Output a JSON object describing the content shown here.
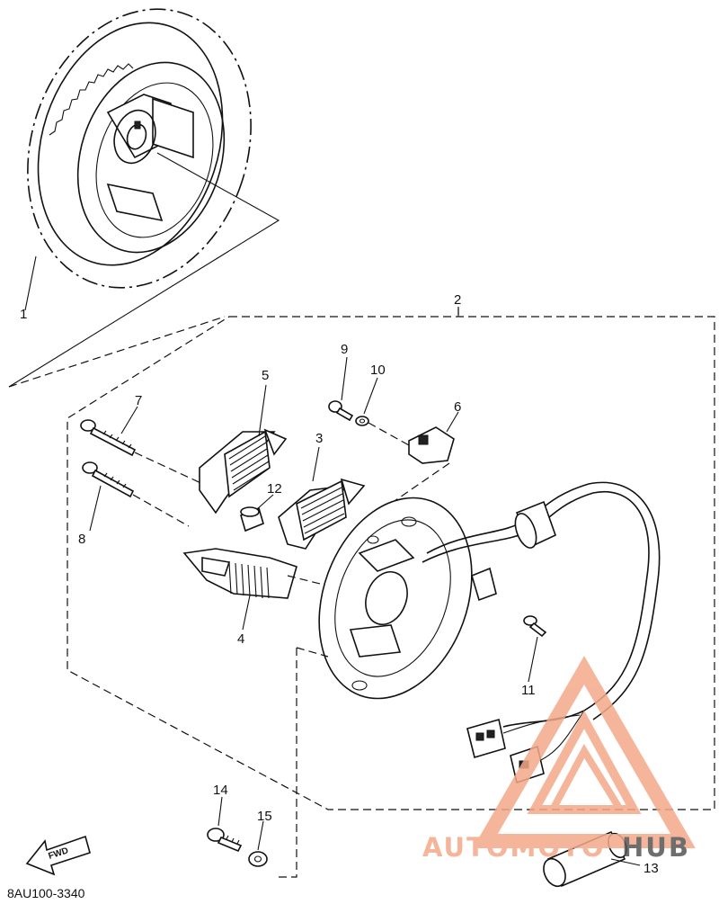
{
  "parts": {
    "p1": "1",
    "p2": "2",
    "p3": "3",
    "p4": "4",
    "p5": "5",
    "p6": "6",
    "p7": "7",
    "p8": "8",
    "p9": "9",
    "p10": "10",
    "p11": "11",
    "p12": "12",
    "p13": "13",
    "p14": "14",
    "p15": "15"
  },
  "drawing_code": "8AU100-3340",
  "fwd_label": "FWD",
  "watermark": {
    "auto_text": "AUTOMOTO",
    "hub_text": "HUB",
    "accent_color": "#f4a98a",
    "hub_color": "#555555"
  }
}
